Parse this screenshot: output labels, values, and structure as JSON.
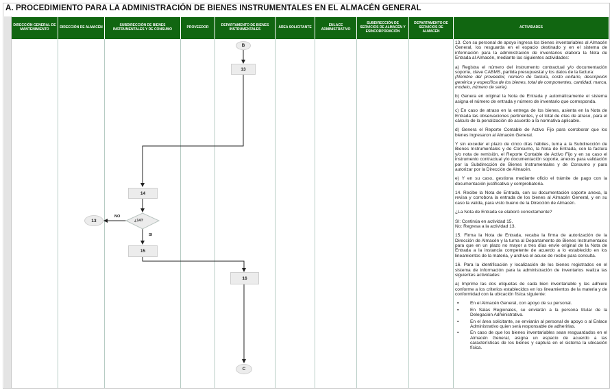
{
  "title": "A. PROCEDIMIENTO PARA LA ADMINISTRACIÓN DE BIENES INSTRUMENTALES EN EL ALMACÉN GENERAL",
  "columns": [
    "DIRECCIÓN GENERAL DE MANTENIMIENTO",
    "DIRECCIÓN DE ALMACÉN",
    "SUBDIRECCIÓN DE BIENES INSTRUMENTALES Y DE CONSUMO",
    "PROVEEDOR",
    "DEPARTAMENTO DE BIENES INSTRUMENTALES",
    "ÁREA SOLICITANTE",
    "ENLACE ADMINISTRATIVO",
    "SUBDIRECCIÓN DE SERVICIOS DE ALMACÉN Y ESINCORPORACIÓN",
    "DEPARTAMENTO DE SERVICIOS DE ALMACÉN",
    "ACTIVIDADES"
  ],
  "flow": {
    "connector_top": "B",
    "step13": "13",
    "step14": "14",
    "decision": "¿14?",
    "no_label": "NO",
    "si_label": "SI",
    "return13": "13",
    "step15": "15",
    "step16": "16",
    "connector_bottom": "C"
  },
  "activities": {
    "p1": "13. Con su personal de apoyo ingresa los bienes inventariables al Almacén General, los resguarda en el espacio destinado y en el sistema de información para la administración de inventarios elabora la Nota de Entrada al Almacén, mediante las siguientes actividades:",
    "p2": "a) Registra el número del instrumento contractual y/o documentación soporte, clave CABMS, partida presupuestal y los datos de la factura:",
    "p2i": "(Nombre del proveedor, número de factura, costo unitario, descripción genérica y específica de los bienes, total de componentes, cantidad, marca, modelo, número de serie).",
    "p3": "b) Genera en original la Nota de Entrada y automáticamente el sistema asigna el número de entrada y número de inventario que corresponda.",
    "p4": "c) En caso de atraso en la entrega de los bienes, asienta en la Nota de Entrada las observaciones pertinentes, y el total de días de atraso, para el cálculo de la penalización de acuerdo a la normativa aplicable.",
    "p5": "d) Genera el Reporte Contable de Activo Fijo para corroborar que los bienes ingresaron al Almacén General.",
    "p6": "Y sin exceder el plazo de cinco días hábiles, turna a la Subdirección de Bienes Instrumentales y de Consumo, la Nota de Entrada, con la factura y/o nota de remisión, el Reporte Contable de Activo Fijo y en su caso el instrumento contractual y/o documentación soporte, anexos para validación por la Subdirección de Bienes Instrumentales y de Consumo y para autorizar por la Dirección de Almacén.",
    "p7": "e) Y en su caso, gestiona mediante oficio el trámite de pago con la documentación justificativa y comprobatoria.",
    "p8": "14. Recibe la Nota de Entrada, con su documentación soporte anexa, la revisa y corrobora la entrada de los bienes al Almacén General, y en su caso la valida, para visto bueno de la Dirección de Almacén.",
    "p9": "¿La Nota de Entrada se elaboró correctamente?",
    "p10a": "SI:   Continúa en actividad 15.",
    "p10b": "No: Regresa a la actividad 13.",
    "p11": "15. Firma la Nota de Entrada, recaba la firma de autorización de la Dirección de Almacén y la turna al Departamento de Bienes Instrumentales para que en un plazo no mayor a tres días envíe original de la Nota de Entrada a la instancia competente de acuerdo a lo establecido en los lineamientos de la materia, y archiva el acuse de recibo para consulta.",
    "p12": "16. Para la identificación y localización de los bienes registrados en el sistema de información para la administración de inventarios realiza las siguientes actividades:",
    "p13": "a) Imprime las dos etiquetas de cada bien inventariable y las adhiere conforme a los criterios establecidos en los lineamientos de la materia y de conformidad con la ubicación física siguiente:",
    "bullets": [
      "En el Almacén General, con apoyo de su personal.",
      "En Salas Regionales, se enviarán a la persona titular de la Delegación Administrativa.",
      "En el área solicitante, se enviarán al personal de apoyo o al Enlace Administrativo quien será responsable de adherirlas.",
      "En caso de que los bienes inventariables sean resguardados en el Almacén General, asigna un espacio de acuerdo a las características de los bienes y captura en el sistema la ubicación física."
    ]
  },
  "colors": {
    "header_green": "#116611"
  }
}
